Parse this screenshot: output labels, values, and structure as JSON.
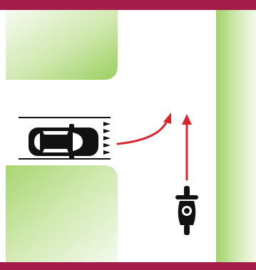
{
  "diagram": {
    "type": "road-junction-right-of-way",
    "elements": [
      {
        "name": "car",
        "direction": "right",
        "state": "waiting-at-give-way-line"
      },
      {
        "name": "car-path-arrow",
        "shape": "curved",
        "turn": "left-into-main-road"
      },
      {
        "name": "motorcycle",
        "direction": "up",
        "state": "approaching-on-main-road"
      },
      {
        "name": "motorcycle-path-arrow",
        "shape": "straight",
        "direction": "up"
      }
    ]
  },
  "colors": {
    "frame": "#a31c4a",
    "grass": "#a6d46f",
    "grass_light": "#eef7e2",
    "road": "#ffffff",
    "arrow": "#d8252b",
    "vehicle": "#111111",
    "line": "#111111"
  }
}
